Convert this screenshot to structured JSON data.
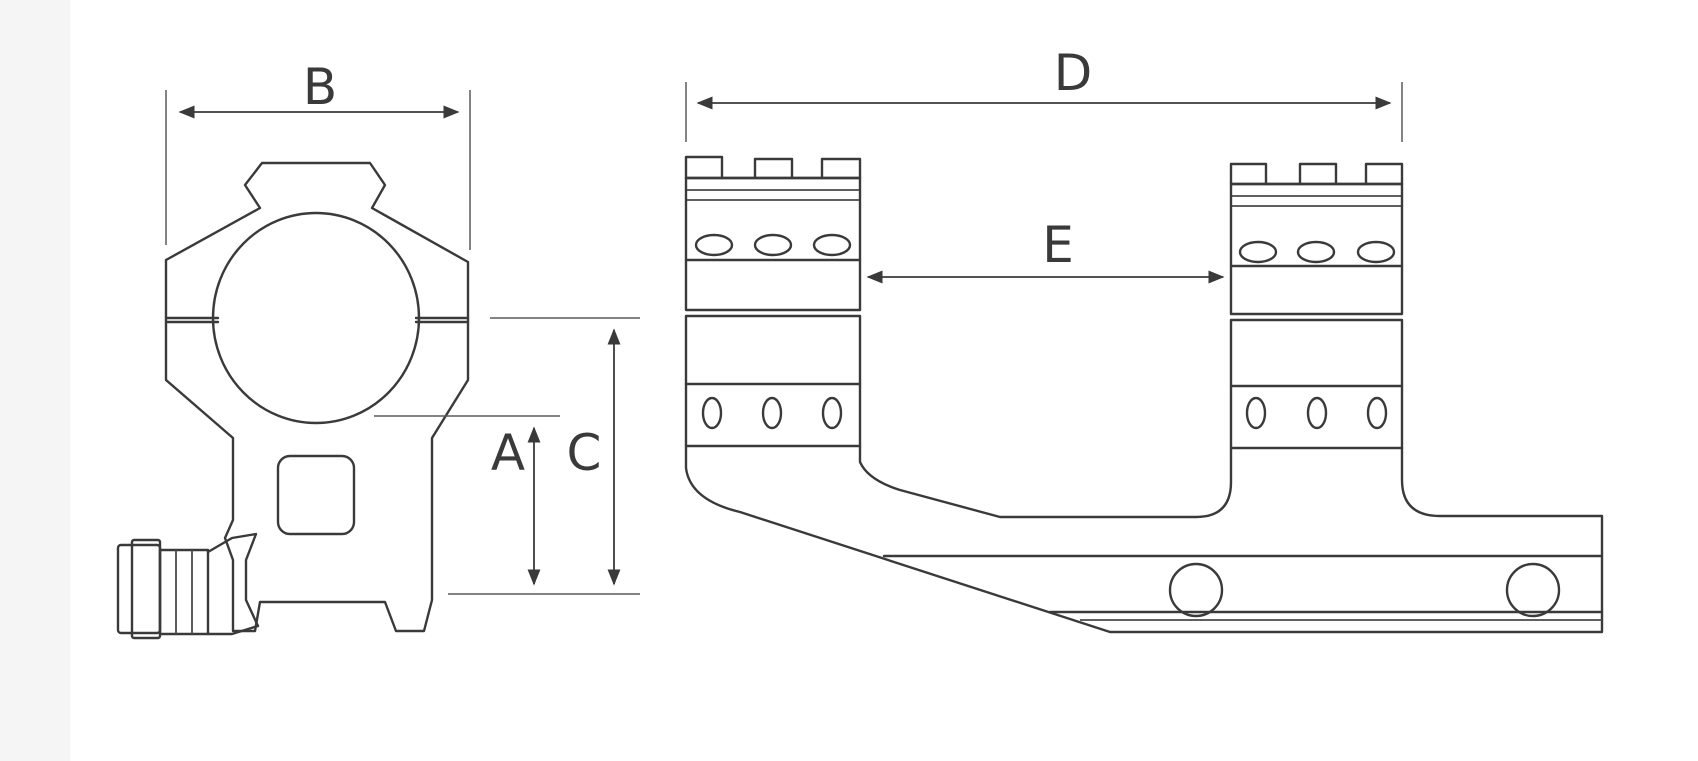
{
  "labels": {
    "a": "A",
    "b": "B",
    "c": "C",
    "d": "D",
    "e": "E"
  },
  "colors": {
    "line": "#3a3a3a",
    "background": "#ffffff",
    "margin": "#f5f5f5"
  }
}
